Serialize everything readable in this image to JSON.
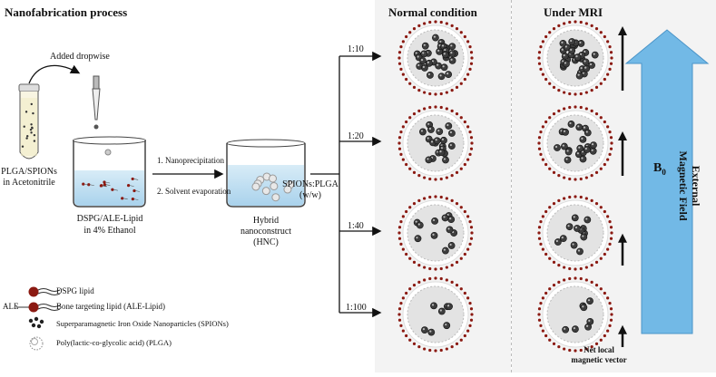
{
  "titles": {
    "process": "Nanofabrication process",
    "normal": "Normal condition",
    "mri": "Under MRI"
  },
  "steps": {
    "dropwise": "Added dropwise",
    "tube_label_1": "PLGA/SPIONs",
    "tube_label_2": "in Acetonitrile",
    "step1": "1. Nanoprecipitation",
    "step2": "2. Solvent evaporation",
    "beaker1_label_1": "DSPG/ALE-Lipid",
    "beaker1_label_2": "in 4% Ethanol",
    "hnc_label_1": "Hybrid",
    "hnc_label_2": "nanoconstruct",
    "hnc_label_3": "(HNC)",
    "ratio_label_1": "SPIONs:PLGA",
    "ratio_label_2": "(w/w)"
  },
  "ratios": [
    "1:10",
    "1:20",
    "1:40",
    "1:100"
  ],
  "spion_counts": [
    30,
    20,
    12,
    7
  ],
  "mri_vector_level": [
    1.0,
    0.6,
    0.35,
    0.15
  ],
  "field": {
    "b0": "B",
    "b0_sub": "0",
    "label_1": "External",
    "label_2": "Magnetic Field"
  },
  "net_vector_1": "Net local",
  "net_vector_2": "magnetic vector",
  "ale_tag": "ALE",
  "legend": {
    "dspg": "DSPG lipid",
    "ale_prefix": "ALE",
    "ale": "Bone targeting lipid (ALE-Lipid)",
    "spions": "Superparamagnetic Iron Oxide Nanoparticles (SPIONs)",
    "plga": "Poly(lactic-co-glycolic acid) (PLGA)"
  },
  "colors": {
    "lipid_head": "#8b1a12",
    "field_arrow": "#6fb8e6",
    "panel_bg": "#f4f4f4",
    "text": "#111111"
  }
}
